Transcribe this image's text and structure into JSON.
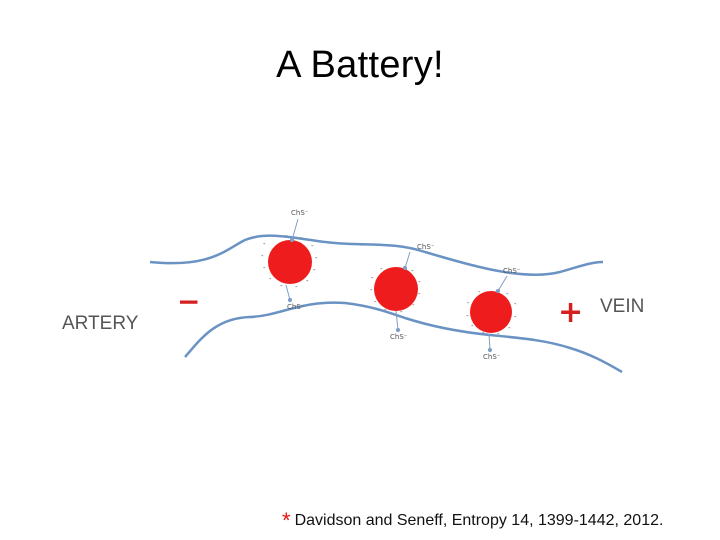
{
  "title": "A Battery!",
  "labels": {
    "left": "ARTERY",
    "right": "VEIN",
    "minus": "−",
    "plus": "+"
  },
  "molecule_label": "ChS⁻",
  "citation": {
    "marker": "*",
    "text": "Davidson and Seneff, Entropy 14, 1399-1442, 2012."
  },
  "colors": {
    "vessel": "#6a93c4",
    "cell": "#ee1c1c",
    "charge": "#d62020",
    "marker": "#e11111"
  }
}
